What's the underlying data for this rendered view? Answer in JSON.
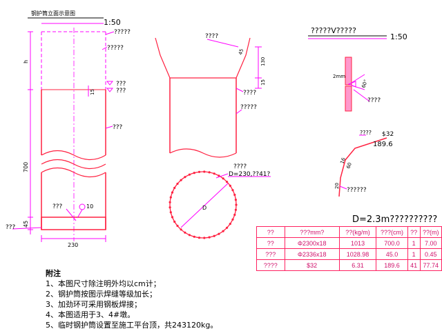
{
  "left_view": {
    "title": "钢护筒立面示意图",
    "scale": "1:50",
    "labels": {
      "top_elev": "?????",
      "label2": "?????",
      "water_level_a": "???",
      "water_level_b": "???",
      "label_mid": "???",
      "label_bottom": "???",
      "label_left": "???",
      "ring_marker": "10"
    },
    "dims": {
      "h": "h",
      "d15": "15",
      "d700": "700",
      "d45": "45",
      "width": "230"
    }
  },
  "middle_view": {
    "labels": {
      "top": "????",
      "side": "????",
      "mid": "?????",
      "ring": "????",
      "diameter": "D=230,??41?"
    },
    "dims": {
      "d130": "130",
      "d15": "15",
      "angle": "45"
    },
    "circle_label": "D"
  },
  "detail_v": {
    "title": "?????V?????",
    "scale": "1:50",
    "labels": {
      "gap": "2mm",
      "angle": "60°",
      "bottom": "????"
    }
  },
  "rebar_detail": {
    "labels": {
      "top_left": "????",
      "bar": "$32",
      "length": "189.6",
      "d16": "16",
      "d60": "60",
      "d20": "20",
      "bottom": "??????"
    }
  },
  "table": {
    "title": "D=2.3m??????????",
    "header": [
      "??",
      "???mm?",
      "??(kg/m)",
      "???(cm)",
      "??",
      "??(m)"
    ],
    "rows": [
      [
        "??",
        "Φ2300x18",
        "1013",
        "700.0",
        "1",
        "7.00"
      ],
      [
        "???",
        "Φ2336x18",
        "1028.98",
        "45.0",
        "1",
        "0.45"
      ],
      [
        "????",
        "$32",
        "6.31",
        "189.6",
        "41",
        "77.74"
      ]
    ]
  },
  "notes": {
    "title": "附注",
    "items": [
      "1、本图尺寸除注明外均以cm计；",
      "2、钢护筒按图示焊缝等级加长；",
      "3、加劲环可采用钢板焊接；",
      "4、本图适用于3、4#墩。",
      "5、临时钢护筒设置至施工平台顶，共243120kg。"
    ]
  },
  "colors": {
    "magenta": "#ff00ff",
    "red": "#ff2040",
    "black": "#000000"
  }
}
